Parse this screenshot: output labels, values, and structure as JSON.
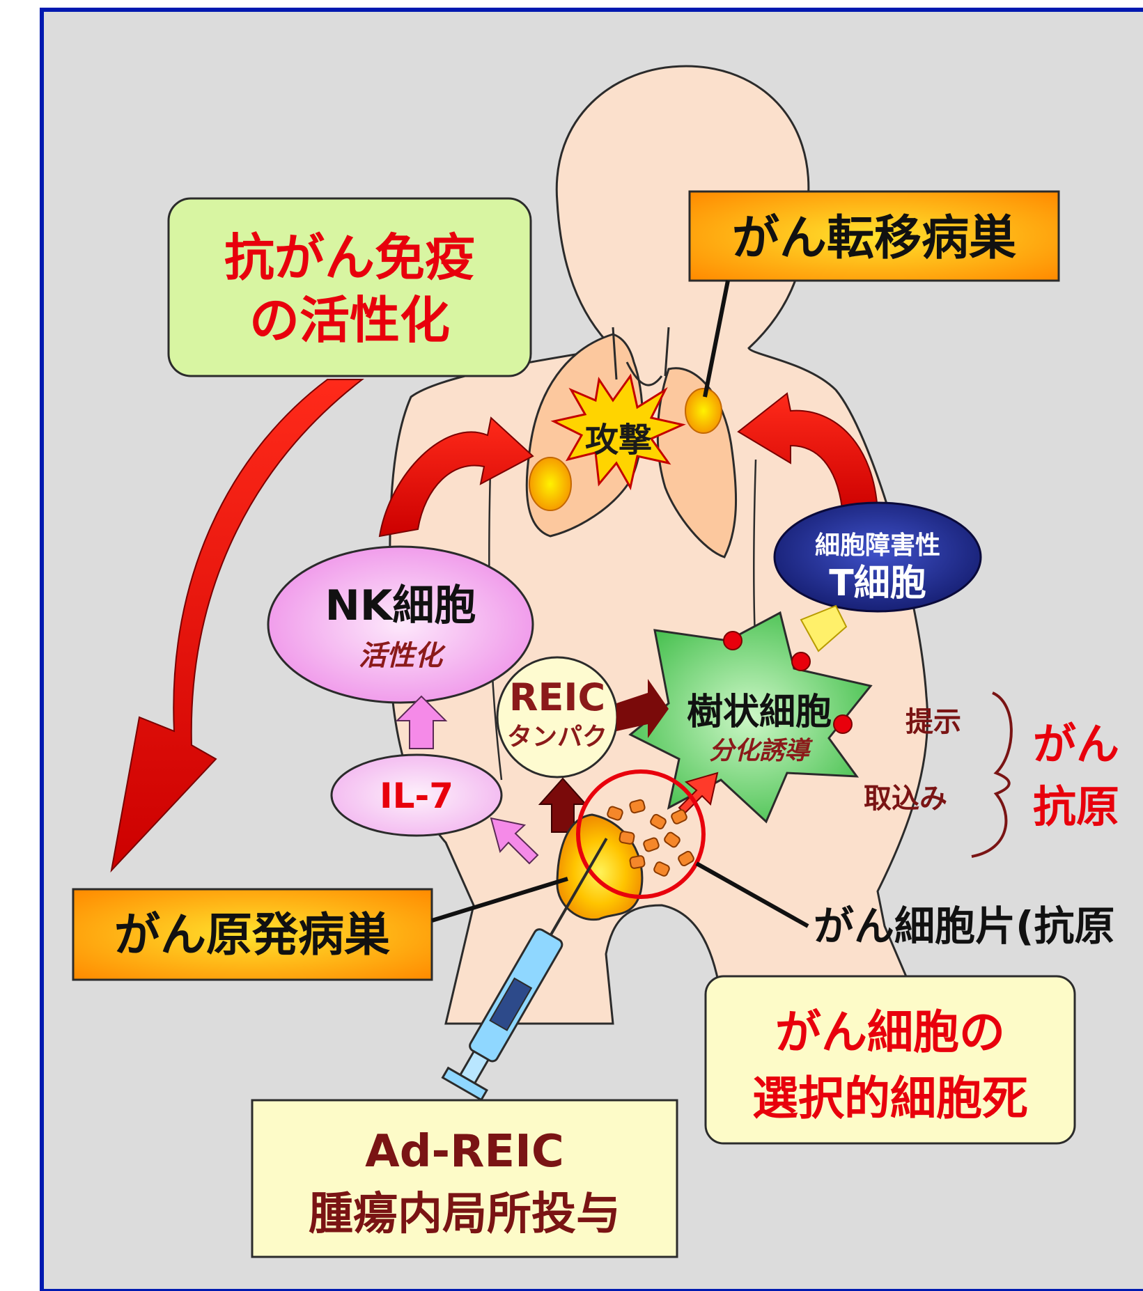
{
  "colors": {
    "background": "#dcdcdc",
    "frame": "#0019b0",
    "skin": "#fbe0cc",
    "arrow_red": "#e3000f",
    "text_red": "#e8000c",
    "text_maroon": "#7a1414",
    "box_green": "#d8f5a2",
    "box_orange": "#ff9a00",
    "box_cream": "#fdfbc8",
    "nk_pink": "#f4a6f0",
    "tcell_navy": "#1a237e",
    "dendritic_green": "#5fd06a"
  },
  "labels": {
    "activation_box": {
      "line1": "抗がん免疫",
      "line2": "の活性化"
    },
    "metastasis_box": "がん転移病巣",
    "attack": "攻撃",
    "tcell": {
      "line1": "細胞障害性",
      "line2": "T細胞"
    },
    "nk": {
      "title": "NK細胞",
      "sub": "活性化"
    },
    "reic": {
      "line1": "REIC",
      "line2": "タンパク"
    },
    "dendritic": {
      "title": "樹状細胞",
      "sub": "分化誘導"
    },
    "il7": "IL-7",
    "presentation": "提示",
    "uptake": "取込み",
    "cancer_antigen": {
      "line1": "がん",
      "line2": "抗原"
    },
    "primary_box": "がん原発病巣",
    "fragment": "がん細胞片(抗原",
    "apoptosis_box": {
      "line1": "がん細胞の",
      "line2": "選択的細胞死"
    },
    "admin_box": {
      "line1": "Ad-REIC",
      "line2": "腫瘍内局所投与"
    }
  }
}
